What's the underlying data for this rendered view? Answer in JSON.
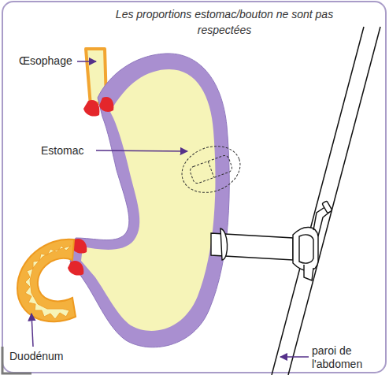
{
  "diagram": {
    "labels": [
      "Les proportions estomac/bouton ne sont pas respectées",
      "Œsophage",
      "Estomac",
      "Duodénum",
      "paroi de l'abdomen"
    ]
  }
}
